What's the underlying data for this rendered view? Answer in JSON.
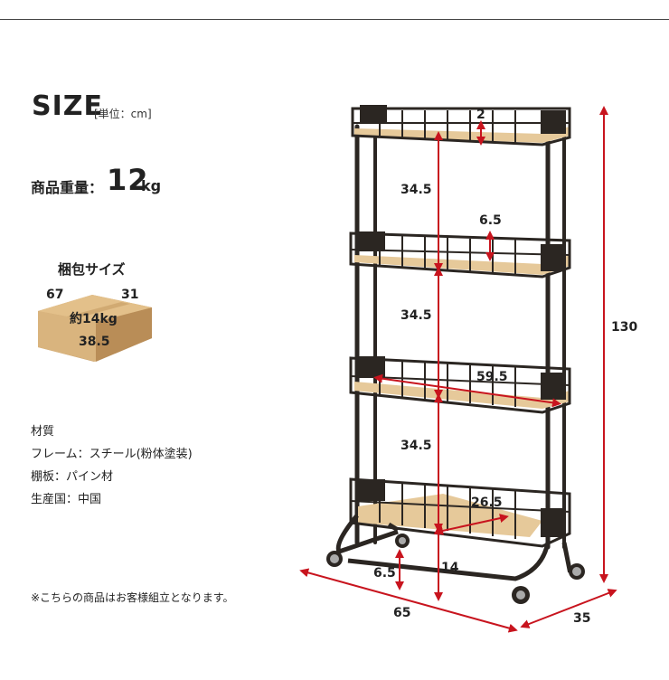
{
  "title": "SIZE",
  "unit": "[単位：cm]",
  "weight": {
    "label": "商品重量：",
    "value": "12",
    "unit": "kg"
  },
  "package": {
    "title": "梱包サイズ",
    "width": "67",
    "depth": "31",
    "height": "38.5",
    "weight": "約14kg"
  },
  "materials": {
    "heading": "材質",
    "frame": "フレーム：スチール(粉体塗装)",
    "shelf": "棚板：パイン材",
    "origin": "生産国：中国"
  },
  "note": "※こちらの商品はお客様組立となります。",
  "dimensions": {
    "top_rim": "2",
    "shelf_gap_1": "34.5",
    "rim_height": "6.5",
    "shelf_gap_2": "34.5",
    "inner_width": "59.5",
    "shelf_gap_3": "34.5",
    "inner_depth": "26.5",
    "clearance": "6.5",
    "caster_spacing": "14",
    "total_height": "130",
    "total_width": "65",
    "total_depth": "35"
  },
  "colors": {
    "frame": "#2b2622",
    "wood": "#e6c99a",
    "arrow": "#c8141e",
    "box": "#d8b27a"
  }
}
